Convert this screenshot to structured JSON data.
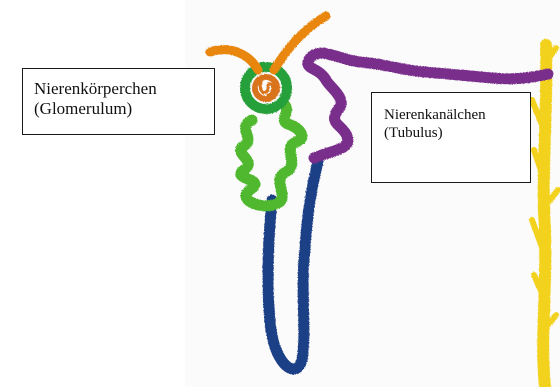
{
  "labels": {
    "glomerulum": {
      "line1": "Nierenkörperchen",
      "line2": "(Glomerulum)"
    },
    "tubulus": {
      "line1": "Nierenkanälchen",
      "line2": "(Tubulus)"
    }
  },
  "colors": {
    "afferent_vessel": "#e8860f",
    "glomerulus_core": "#d9731a",
    "glomerulus_capsule": "#28a03a",
    "proximal_tubule": "#4fb82e",
    "distal_tubule": "#7a2e8c",
    "loop_of_henle": "#1f3f86",
    "collecting_duct": "#f2d21c"
  }
}
